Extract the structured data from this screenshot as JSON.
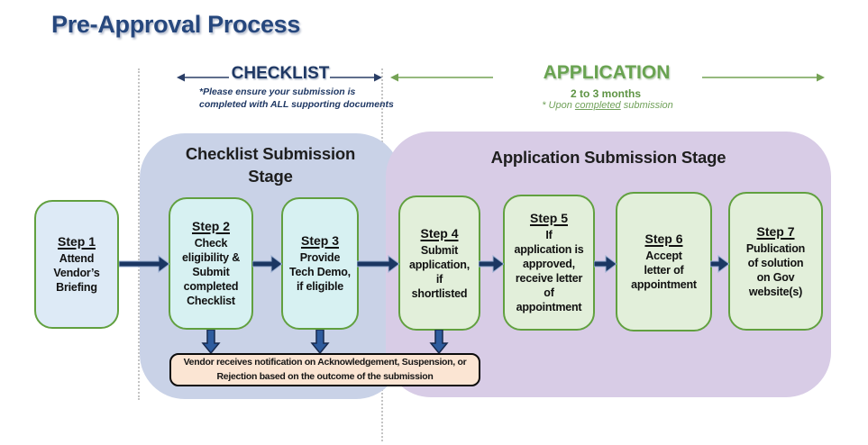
{
  "title": "Pre-Approval Process",
  "checklist": {
    "header": "CHECKLIST",
    "note": "*Please ensure your submission is\ncompleted with ALL supporting documents",
    "stage_title": "Checklist Submission\nStage"
  },
  "application": {
    "header": "APPLICATION",
    "duration": "2 to 3 months",
    "note_prefix": "* Upon ",
    "note_underline": "completed",
    "note_suffix": " submission",
    "stage_title": "Application Submission Stage"
  },
  "steps": [
    {
      "label": "Step 1",
      "text": "Attend\nVendor’s\nBriefing"
    },
    {
      "label": "Step 2",
      "text": "Check\neligibility &\nSubmit\ncompleted\nChecklist"
    },
    {
      "label": "Step 3",
      "text": "Provide\nTech Demo,\nif eligible"
    },
    {
      "label": "Step 4",
      "text": "Submit\napplication,\nif\nshortlisted"
    },
    {
      "label": "Step 5",
      "text": "If\napplication is\napproved,\nreceive letter\nof\nappointment"
    },
    {
      "label": "Step 6",
      "text": "Accept\nletter of\nappointment"
    },
    {
      "label": "Step 7",
      "text": "Publication\nof solution\non Gov\nwebsite(s)"
    }
  ],
  "notification": "Vendor receives notification on Acknowledgement, Suspension, or\nRejection based on the outcome of the submission",
  "colors": {
    "title_navy": "#26477D",
    "header_navy": "#1F3864",
    "header_green": "#69A351",
    "container_blue": "#C9D2E7",
    "container_purple": "#D8CCE6",
    "step_blue": "#DDEAF6",
    "step_cyan": "#D7F1F2",
    "step_green": "#E2EFDA",
    "step_border_green": "#61A03F",
    "notice_peach": "#FBE5D3",
    "arrow_navy": "#1B3763",
    "arrow_steel_blue": "#2E5C9E"
  }
}
